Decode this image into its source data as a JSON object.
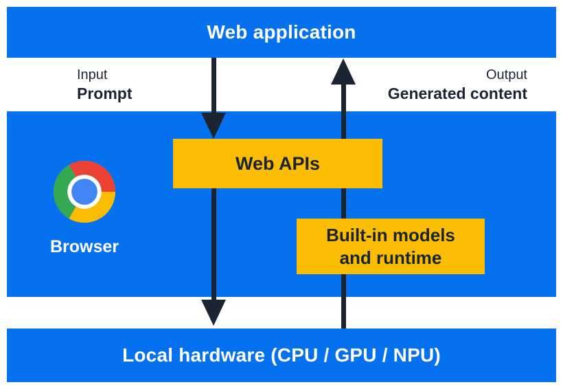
{
  "palette": {
    "panel_blue": "#0571EE",
    "box_yellow": "#FBBC04",
    "ink_dark": "#1B2433",
    "text_white": "#FFFFFF",
    "chrome_red": "#EA4335",
    "chrome_yellow": "#FBBC04",
    "chrome_green": "#34A853",
    "chrome_blue": "#4285F4"
  },
  "layers": {
    "top": {
      "label": "Web application"
    },
    "middle": {
      "label": "Browser"
    },
    "bottom": {
      "label": "Local hardware (CPU / GPU / NPU)"
    }
  },
  "boxes": {
    "web_apis": {
      "label": "Web APIs"
    },
    "built_in": {
      "line1": "Built-in models",
      "line2": "and runtime"
    }
  },
  "flows": {
    "input": {
      "label": "Input",
      "value": "Prompt",
      "direction": "down"
    },
    "output": {
      "label": "Output",
      "value": "Generated content",
      "direction": "up"
    }
  },
  "icons": {
    "chrome": "chrome-logo"
  }
}
